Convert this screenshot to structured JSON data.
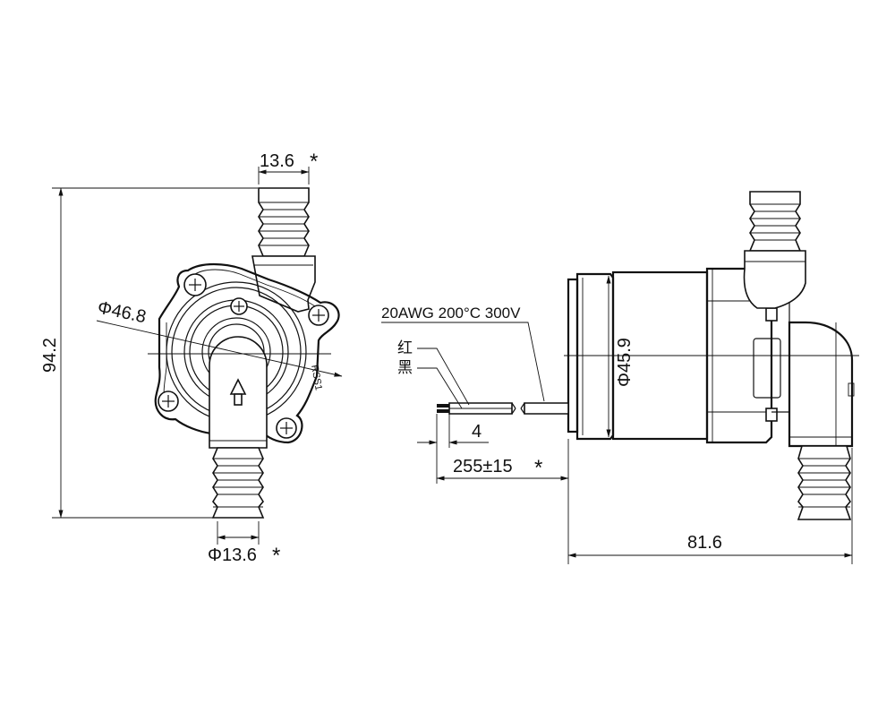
{
  "dimensions": {
    "top_outlet": "13.6",
    "top_outlet_mark": "*",
    "body_diameter": "Φ46.8",
    "overall_height": "94.2",
    "bottom_inlet": "Φ13.6",
    "bottom_inlet_mark": "*",
    "side_diameter": "Φ45.9",
    "strip_length": "4",
    "cable_length": "255±15",
    "cable_length_mark": "*",
    "overall_length": "81.6",
    "cable_spec": "20AWG 200°C 300V",
    "wire_red": "红",
    "wire_black": "黑",
    "housing_mark": "RSS1"
  }
}
